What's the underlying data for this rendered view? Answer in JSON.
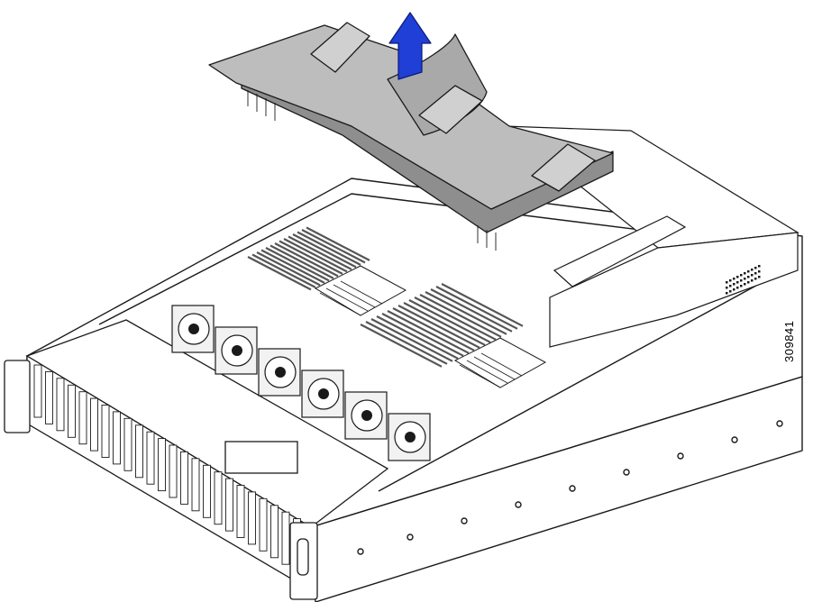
{
  "figure": {
    "id_label": "309841"
  },
  "colors": {
    "line": "#1a1a1a",
    "chassis_fill": "#ffffff",
    "air_baffle_fill": "#bdbdbd",
    "air_baffle_dark": "#8e8e8e",
    "arrow_fill": "#1f3fd6",
    "arrow_edge": "#0b1a7a",
    "fan_fill": "#f2f2f2",
    "dimm_fill": "#d9d9d9"
  },
  "icons": {
    "lift_direction": "up-arrow-icon",
    "drive_bay": "drive-slot-icon",
    "fan": "fan-icon"
  },
  "components": {
    "front_drive_bays": 24,
    "fan_modules": 6,
    "cpus": 2
  }
}
